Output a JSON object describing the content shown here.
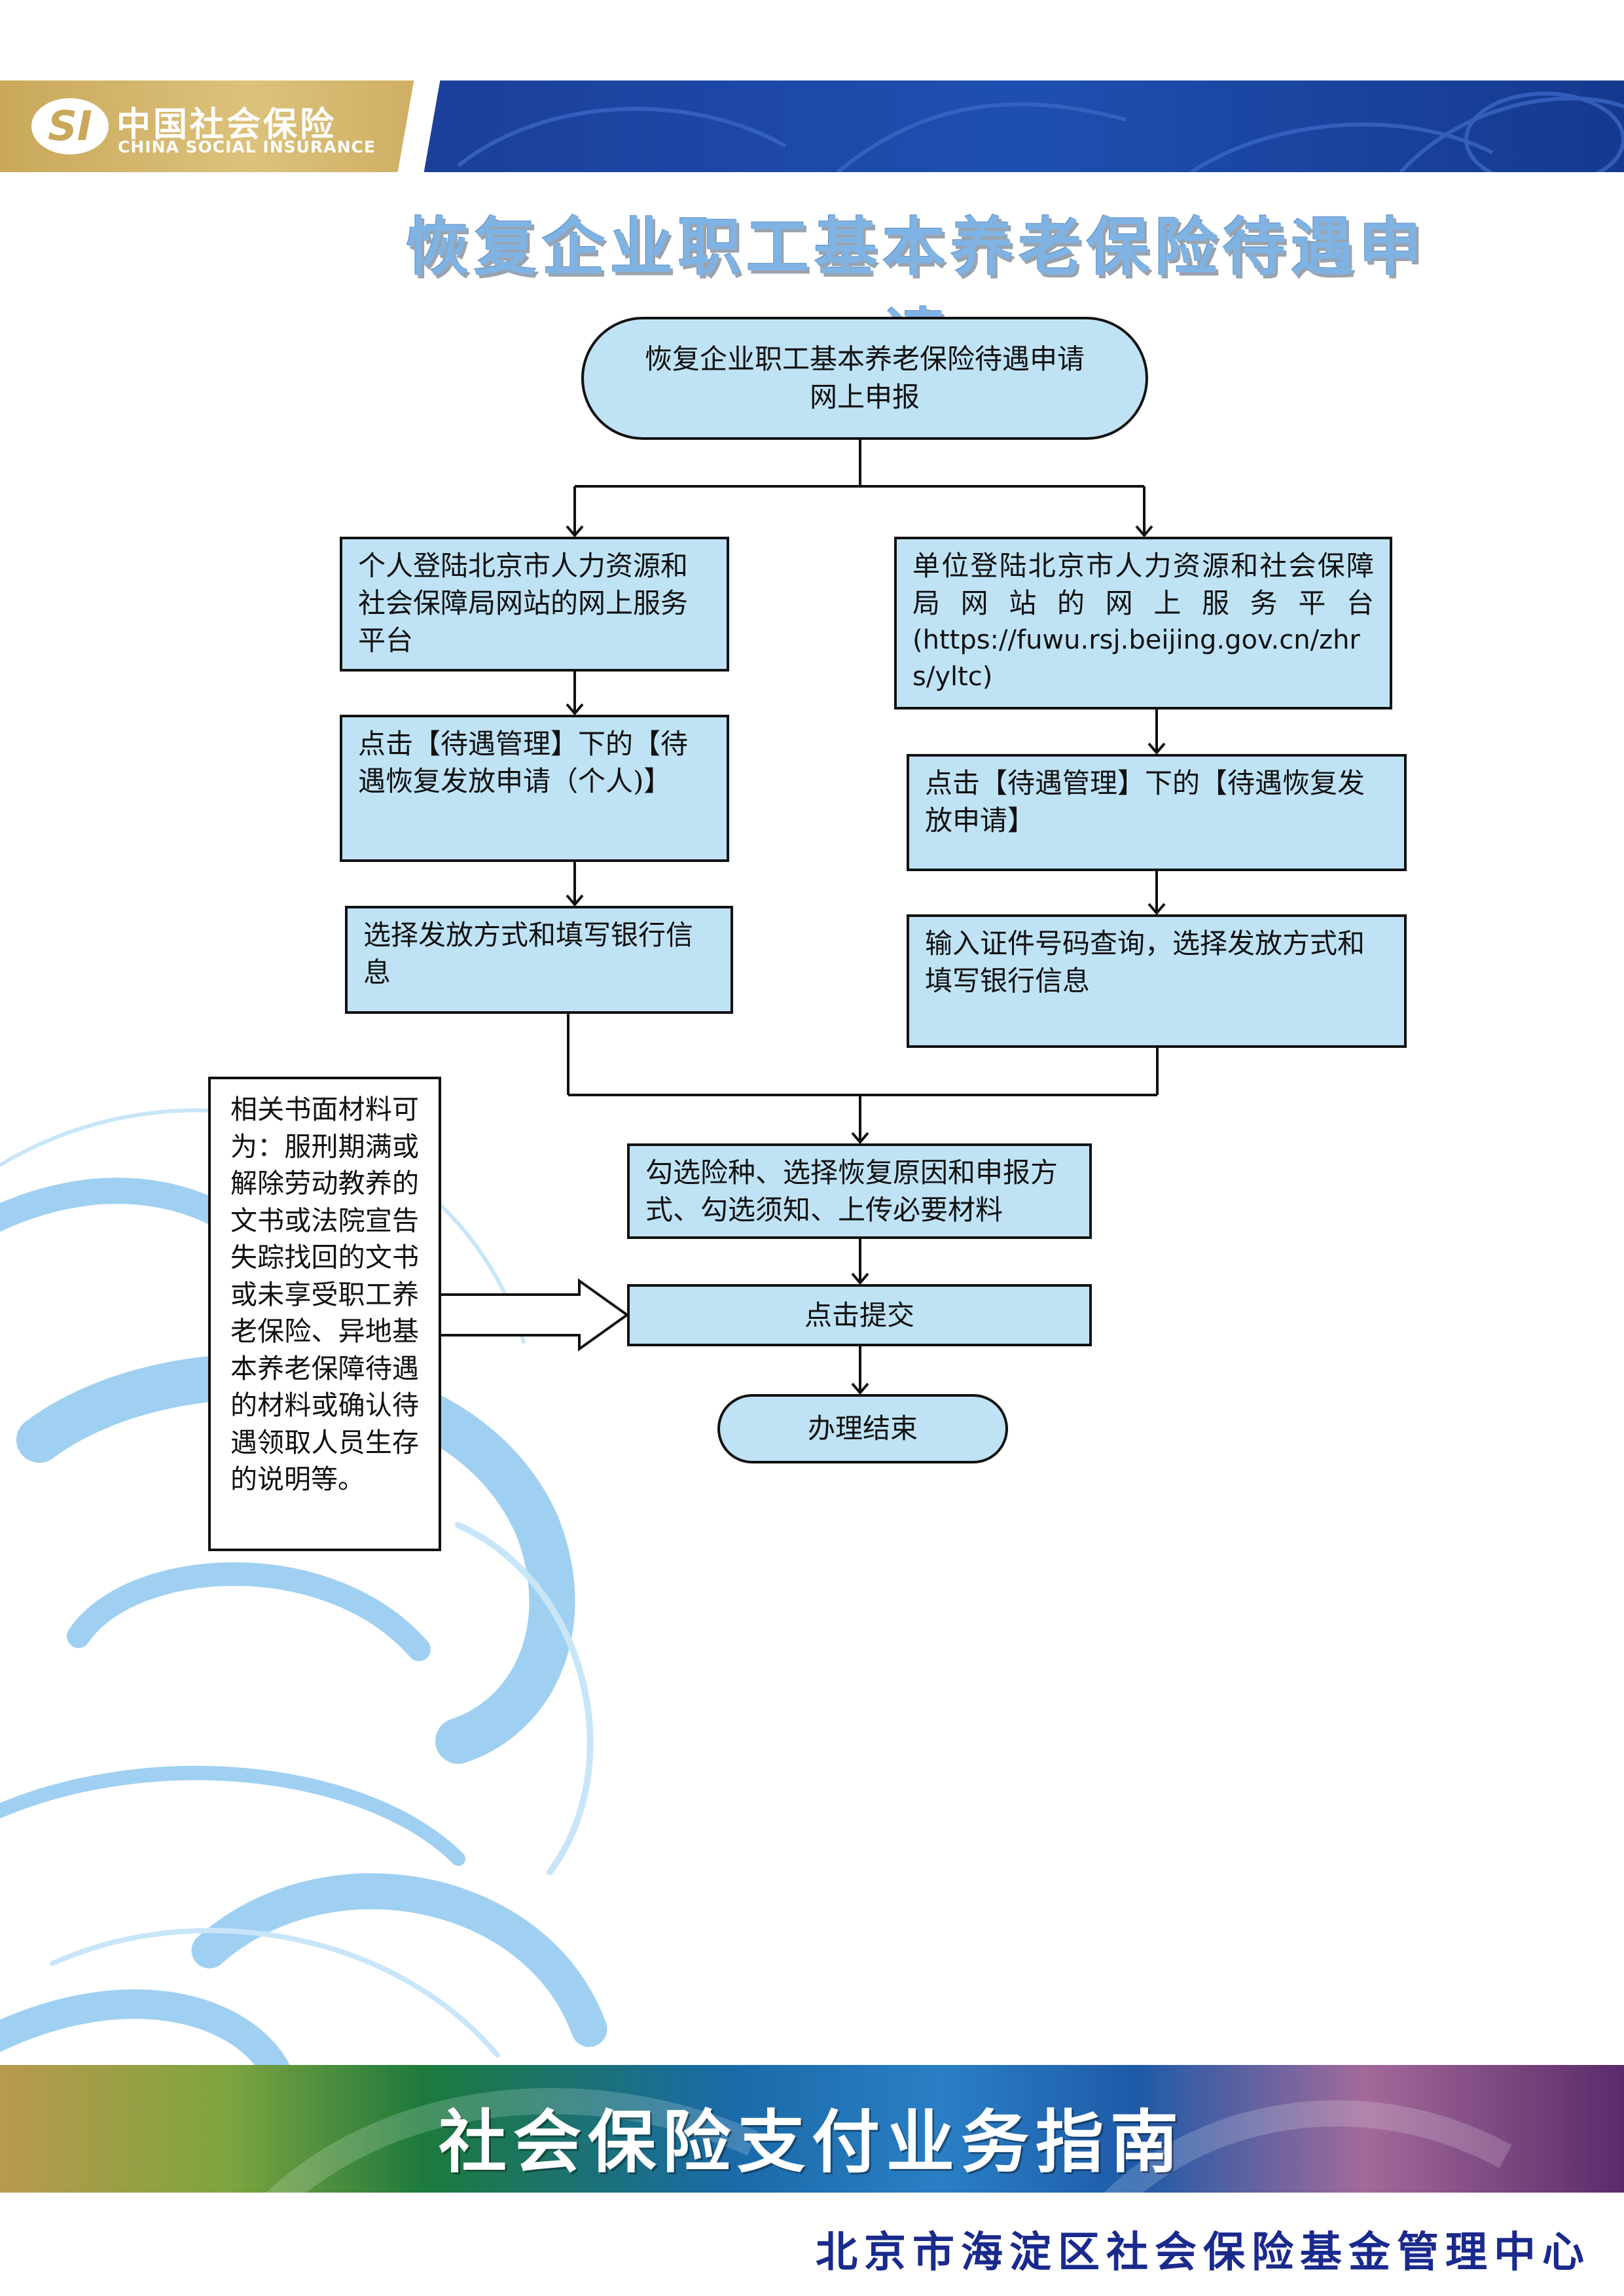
{
  "header": {
    "logo_mark": "SI",
    "logo_cn": "中国社会保险",
    "logo_en": "CHINA SOCIAL INSURANCE"
  },
  "title": "恢复企业职工基本养老保险待遇申请",
  "flow": {
    "start_line1": "恢复企业职工基本养老保险待遇申请",
    "start_line2": "网上申报",
    "personal_login": "个人登陆北京市人力资源和社会保障局网站的网上服务平台",
    "unit_login_text": "单位登陆北京市人力资源和社会保障局网站的网上服务平台",
    "unit_login_url": "(https://fuwu.rsj.beijing.gov.cn/zhrs/yltc)",
    "personal_click": "点击【待遇管理】下的【待遇恢复发放申请（个人)】",
    "unit_click": "点击【待遇管理】下的【待遇恢复发放申请】",
    "personal_bank": "选择发放方式和填写银行信息",
    "unit_bank": "输入证件号码查询，选择发放方式和填写银行信息",
    "select_reason": "勾选险种、选择恢复原因和申报方式、勾选须知、上传必要材料",
    "submit": "点击提交",
    "end": "办理结束"
  },
  "note": "相关书面材料可为：服刑期满或解除劳动教养的文书或法院宣告失踪找回的文书或未享受职工养老保险、异地基本养老保障待遇的材料或确认待遇领取人员生存的说明等。",
  "footer": {
    "title": "社会保险支付业务指南",
    "org": "北京市海淀区社会保险基金管理中心"
  },
  "colors": {
    "node_fill": "#bfe3f5",
    "header_gold": "#c9a85a",
    "header_blue": "#1b3f9a",
    "title": "#7fb3e4",
    "org_text": "#1a2a8c"
  }
}
